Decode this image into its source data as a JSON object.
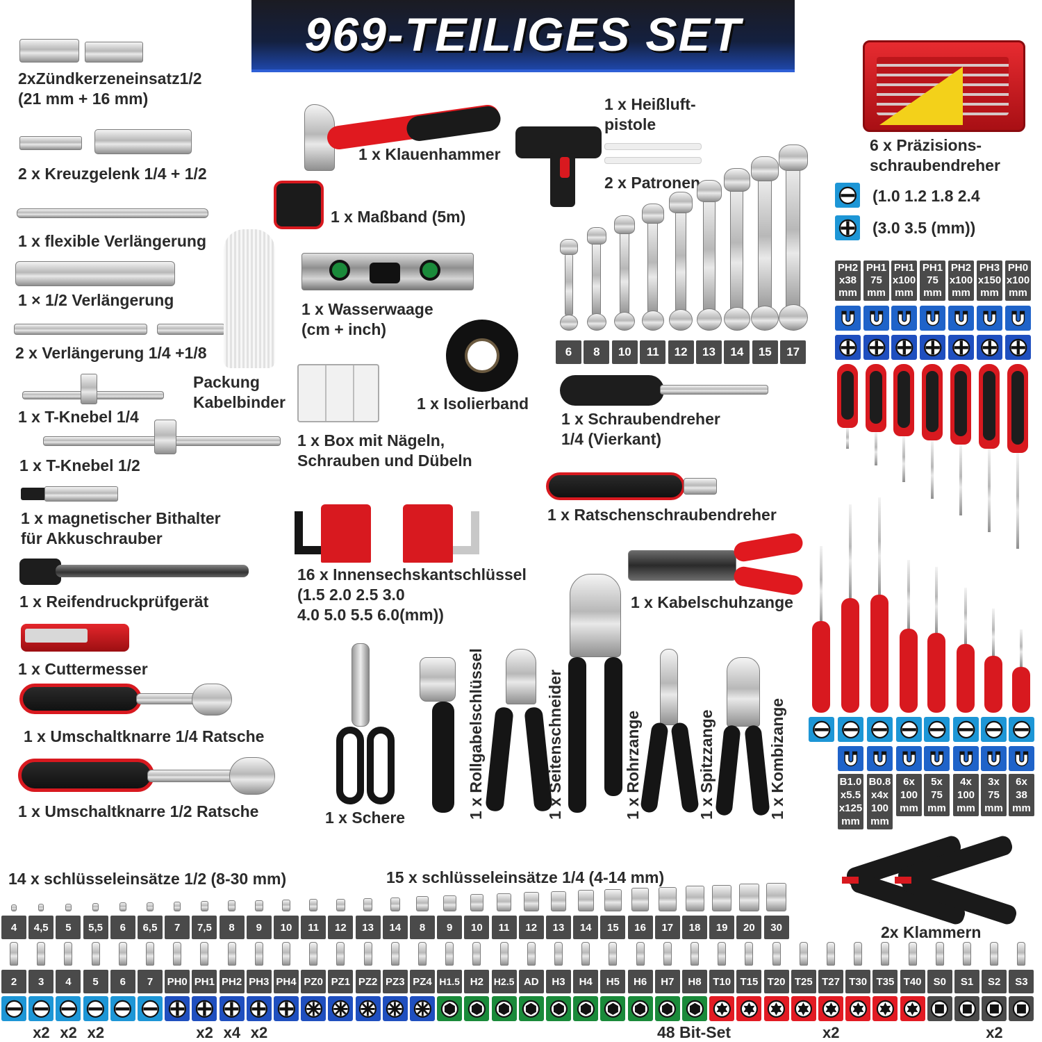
{
  "title": "969-TEILIGES SET",
  "left_items": [
    {
      "id": "l1",
      "lines": [
        "2xZündkerzeneinsatz1/2",
        "(21 mm + 16 mm)"
      ]
    },
    {
      "id": "l2",
      "lines": [
        "2 x Kreuzgelenk 1/4 + 1/2"
      ]
    },
    {
      "id": "l3",
      "lines": [
        "1 x flexible Verlängerung"
      ]
    },
    {
      "id": "l4",
      "lines": [
        "1 × 1/2 Verlängerung"
      ]
    },
    {
      "id": "l5",
      "lines": [
        "2 x Verlängerung 1/4 +1/8"
      ]
    },
    {
      "id": "l6",
      "lines": [
        "1 x T-Knebel 1/4"
      ]
    },
    {
      "id": "l7",
      "lines": [
        "1 x T-Knebel 1/2"
      ]
    },
    {
      "id": "l8",
      "lines": [
        "1 x magnetischer Bithalter",
        "für Akkuschrauber"
      ]
    },
    {
      "id": "l9",
      "lines": [
        "1 x Reifendruckprüfgerät"
      ]
    },
    {
      "id": "l10",
      "lines": [
        "1 x Cuttermesser"
      ]
    },
    {
      "id": "l11",
      "lines": [
        "1 x Umschaltknarre 1/4 Ratsche"
      ]
    },
    {
      "id": "l12",
      "lines": [
        "1 x Umschaltknarre 1/2 Ratsche"
      ]
    }
  ],
  "center_items": [
    {
      "id": "c1",
      "lines": [
        "Packung",
        "Kabelbinder"
      ]
    },
    {
      "id": "c2",
      "lines": [
        "1 x Klauenhammer"
      ]
    },
    {
      "id": "c3",
      "lines": [
        "1 x Maßband (5m)"
      ]
    },
    {
      "id": "c4",
      "lines": [
        "1 x Heißluft-",
        "pistole"
      ]
    },
    {
      "id": "c5",
      "lines": [
        "2 x Patronen"
      ]
    },
    {
      "id": "c6",
      "lines": [
        "1 x Wasserwaage",
        "(cm + inch)"
      ]
    },
    {
      "id": "c7",
      "lines": [
        "1 x Isolierband"
      ]
    },
    {
      "id": "c8",
      "lines": [
        "1 x Box mit Nägeln,",
        "Schrauben und Dübeln"
      ]
    },
    {
      "id": "c9",
      "lines": [
        "1 x Schraubendreher",
        "1/4 (Vierkant)"
      ]
    },
    {
      "id": "c10",
      "lines": [
        "1 x Ratschenschraubendreher"
      ]
    },
    {
      "id": "c11",
      "lines": [
        "16 x Innensechskantschlüssel",
        "(1.5   2.0   2.5   3.0",
        "4.0   5.0   5.5   6.0(mm))"
      ]
    },
    {
      "id": "c12",
      "lines": [
        "1 x Kabelschuhzange"
      ]
    },
    {
      "id": "c13",
      "lines": [
        "1 x Schere"
      ]
    },
    {
      "id": "c14",
      "lines": [
        "2x Klammern"
      ]
    }
  ],
  "vertical_labels": [
    "1 x Rollgabelschlüssel",
    "1 x Seitenschneider",
    "1 x Rohrzange",
    "1 x Spitzzange",
    "1 x Kombizange"
  ],
  "precision": {
    "label": [
      "6 x Präzisions-",
      "schraubendreher"
    ],
    "slot_sizes": "(1.0   1.2  1.8   2.4",
    "phillips_sizes": "(3.0   3.5  (mm))"
  },
  "wrench_sizes": [
    "6",
    "8",
    "10",
    "11",
    "12",
    "13",
    "14",
    "15",
    "17"
  ],
  "screwdriver_top_specs": [
    "PH2\nx38\nmm",
    "PH1\n75\nmm",
    "PH1\nx100\nmm",
    "PH1\n75\nmm",
    "PH2\nx100\nmm",
    "PH3\nx150\nmm",
    "PH0\nx100\nmm"
  ],
  "screwdriver_bottom_specs": [
    "B1.0\nx5.5\nx125\nmm",
    "B0.8\nx4x\n100\nmm",
    "6x\n100\nmm",
    "5x\n75\nmm",
    "4x\n100\nmm",
    "3x\n75\nmm",
    "6x\n38\nmm"
  ],
  "socket_half_label": "14 x schlüsseleinsätze 1/2 (8-30 mm)",
  "socket_quarter_label": "15 x schlüsseleinsätze 1/4 (4-14 mm)",
  "socket_sizes": [
    "4",
    "4,5",
    "5",
    "5,5",
    "6",
    "6,5",
    "7",
    "7,5",
    "8",
    "9",
    "10",
    "11",
    "12",
    "13",
    "14",
    "8",
    "9",
    "10",
    "11",
    "12",
    "13",
    "14",
    "15",
    "16",
    "17",
    "18",
    "19",
    "20",
    "30"
  ],
  "bit_labels": [
    "2",
    "3",
    "4",
    "5",
    "6",
    "7",
    "PH0",
    "PH1",
    "PH2",
    "PH3",
    "PH4",
    "PZ0",
    "PZ1",
    "PZ2",
    "PZ3",
    "PZ4",
    "H1.5",
    "H2",
    "H2.5",
    "AD",
    "H3",
    "H4",
    "H5",
    "H6",
    "H7",
    "H8",
    "T10",
    "T15",
    "T20",
    "T25",
    "T27",
    "T30",
    "T35",
    "T40",
    "S0",
    "S1",
    "S2",
    "S3"
  ],
  "bit_multipliers": [
    {
      "index": 1,
      "text": "x2"
    },
    {
      "index": 2,
      "text": "x2"
    },
    {
      "index": 3,
      "text": "x2"
    },
    {
      "index": 7,
      "text": "x2"
    },
    {
      "index": 8,
      "text": "x4"
    },
    {
      "index": 9,
      "text": "x2"
    },
    {
      "index": 30,
      "text": "x2"
    },
    {
      "index": 36,
      "text": "x2"
    }
  ],
  "bit_set_label": "48 Bit-Set",
  "colors": {
    "slot_blue": "#1d96d6",
    "phillips_blue": "#1f4fbf",
    "hex_green": "#1a8a3a",
    "torx_red": "#e21b23",
    "square_gray": "#4a4a4a",
    "chip_gray": "#4a4a4a",
    "magnet_blue": "#1f63c9",
    "red_handle": "#d8191f"
  }
}
